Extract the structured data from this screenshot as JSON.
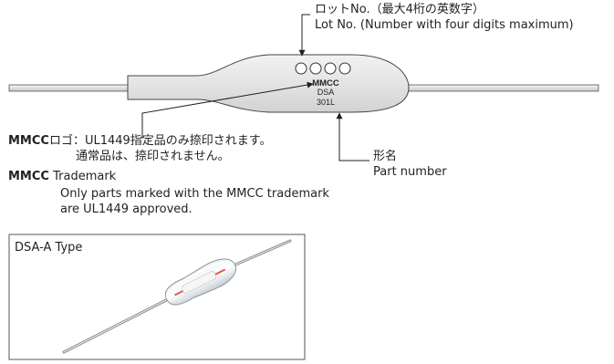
{
  "lot_label": {
    "line1": "ロットNo.（最大4桁の英数字）",
    "line2": "Lot No. (Number with four digits maximum)"
  },
  "body_marking": {
    "logo": "MMCC",
    "series": "DSA",
    "code": "301L"
  },
  "logo_note": {
    "jp_bold": "MMCC",
    "jp_line1": "ロゴ：UL1449指定品のみ捺印されます。",
    "jp_line2": "通常品は、捺印されません。",
    "en_bold": "MMCC",
    "en_title": " Trademark",
    "en_line1": "Only parts marked with the MMCC trademark",
    "en_line2": "are UL1449 approved."
  },
  "part_label": {
    "line1": "形名",
    "line2": "Part number"
  },
  "photo_box": {
    "title": "DSA-A Type"
  }
}
